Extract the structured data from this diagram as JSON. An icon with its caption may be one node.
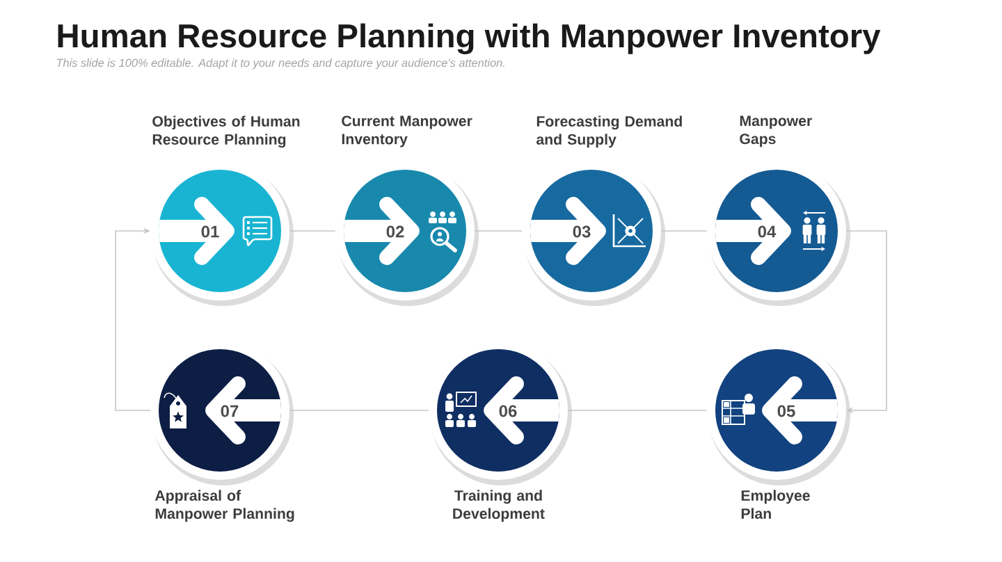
{
  "diagram": {
    "title": "Human Resource Planning with Manpower Inventory",
    "nodes": [
      {
        "text": [
          "Objectives of Human Resource Planning",
          "01"
        ]
      },
      {
        "text": [
          "Current Manpower Inventory",
          "02"
        ]
      },
      {
        "text": [
          "Forecasting Demand and Supply",
          "03"
        ]
      },
      {
        "text": [
          "Manpower Gaps",
          "04"
        ]
      },
      {
        "text": [
          "05",
          "Employee Plan"
        ]
      },
      {
        "text": [
          "06",
          "Training and Development"
        ]
      },
      {
        "text": [
          "07",
          "Appraisal of Manpower Planning"
        ]
      }
    ],
    "edges": [
      {
        "from": 0,
        "to": 1,
        "arrow": "none"
      },
      {
        "from": 1,
        "to": 2,
        "arrow": "none"
      },
      {
        "from": 2,
        "to": 3,
        "arrow": "none"
      },
      {
        "from": 3,
        "to": 4,
        "arrow": "to"
      },
      {
        "from": 4,
        "to": 5,
        "arrow": "none"
      },
      {
        "from": 5,
        "to": 6,
        "arrow": "none"
      },
      {
        "from": 6,
        "to": 0,
        "arrow": "to"
      }
    ],
    "labels": [
      "This slide is 100% editable. Adapt it to your needs and capture your audience's attention."
    ]
  }
}
